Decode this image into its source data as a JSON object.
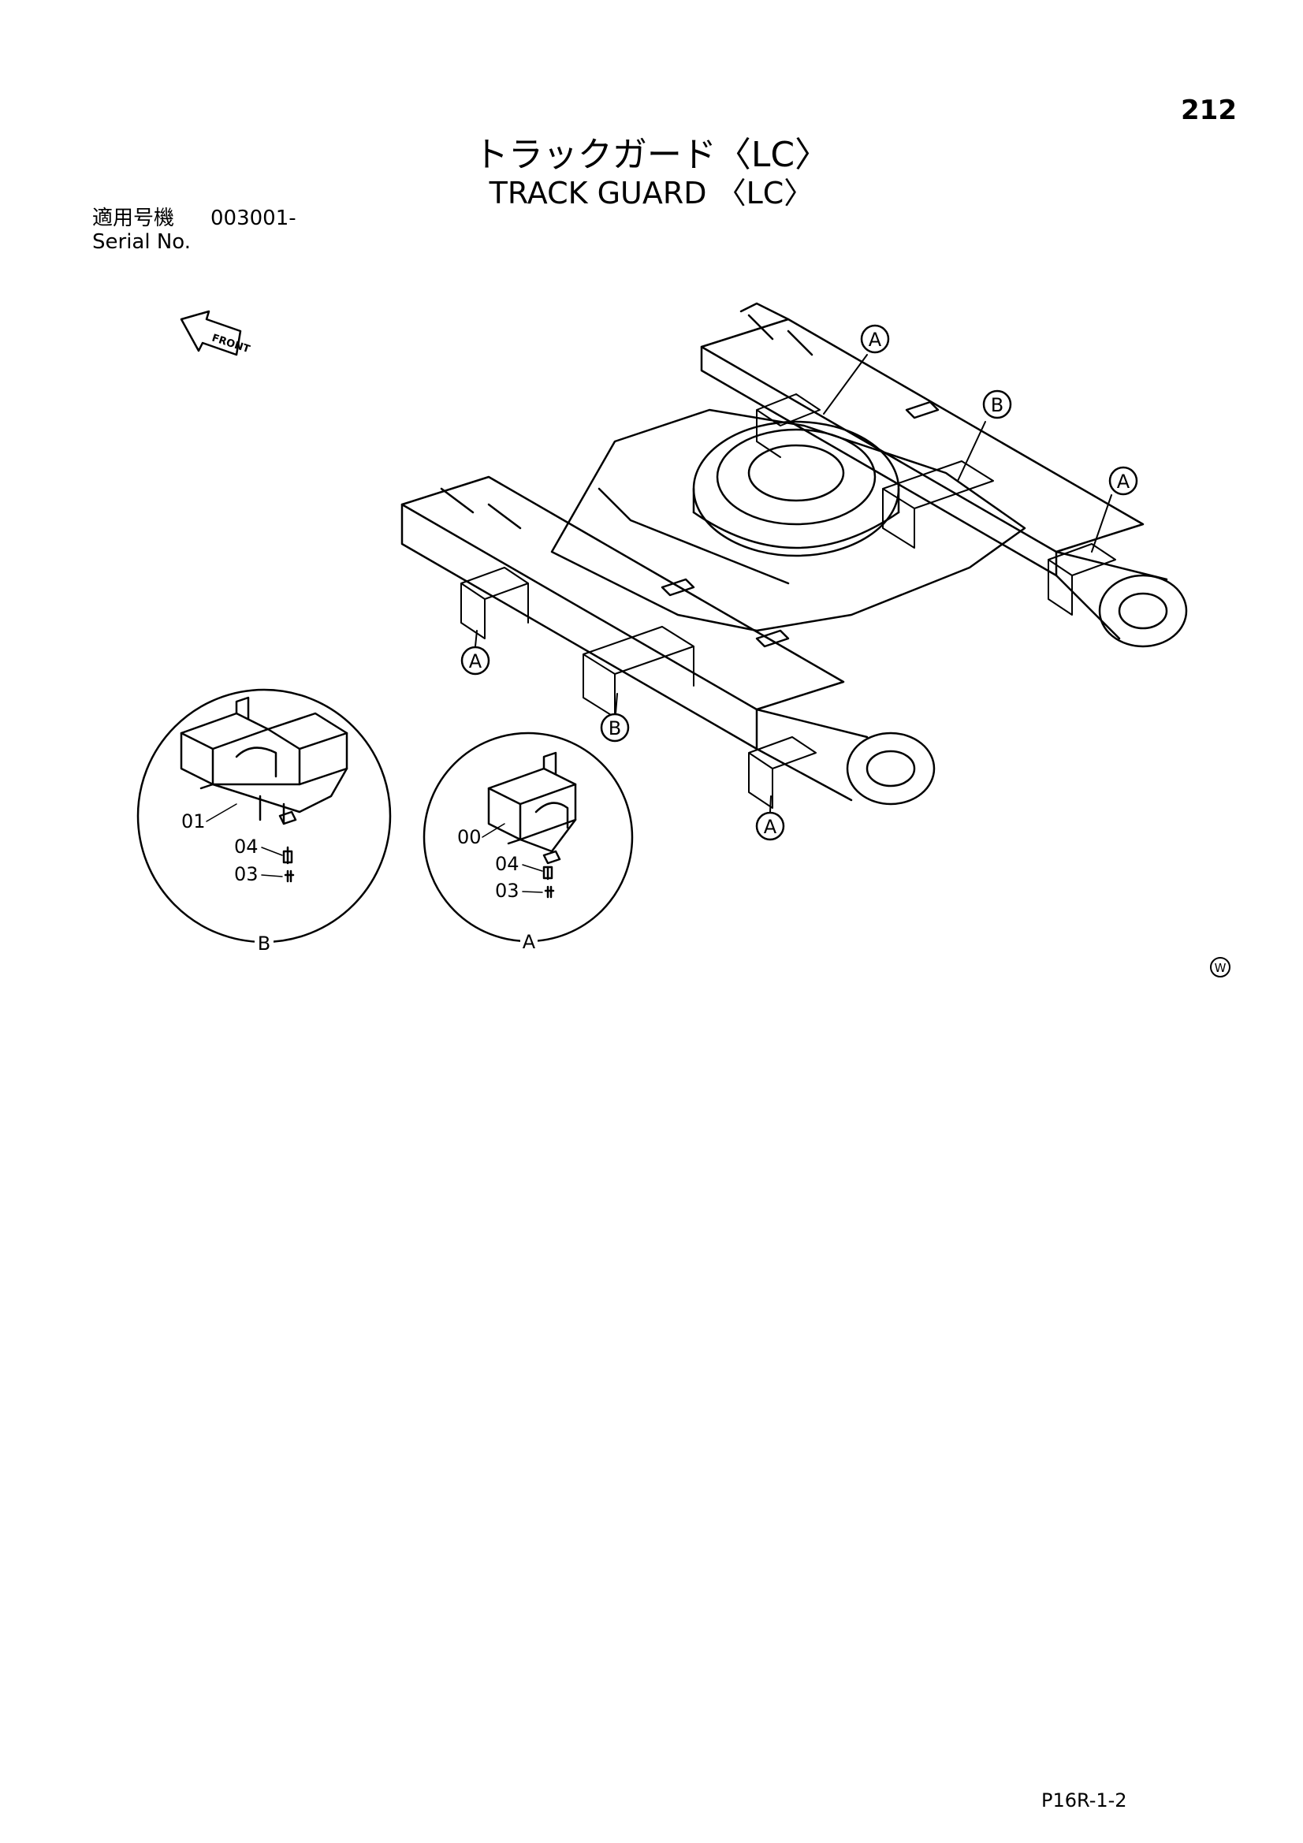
{
  "page_number": "212",
  "title_jp": "トラックガード〈LC〉",
  "title_en": "TRACK GUARD 〈LC〉",
  "serial": {
    "label_jp": "適用号機",
    "value": "003001-",
    "label_en": "Serial No."
  },
  "front_label": "FRONT",
  "callouts": {
    "a": "A",
    "b": "B"
  },
  "detail_b": {
    "label": "B",
    "parts": [
      "01",
      "04",
      "03"
    ]
  },
  "detail_a": {
    "label": "A",
    "parts": [
      "00",
      "04",
      "03"
    ]
  },
  "mark": "W",
  "footer_code": "P16R-1-2"
}
